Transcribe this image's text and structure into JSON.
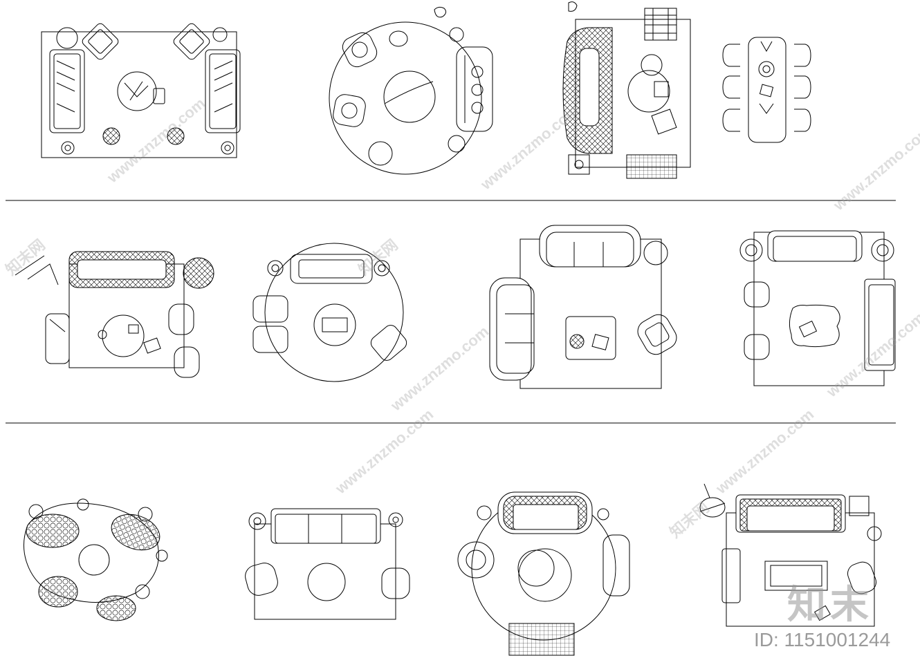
{
  "watermark": {
    "site": "www.znzmo.com",
    "cn": "知末网"
  },
  "brand": {
    "logo": "知末",
    "id_text": "ID: 1151001244"
  },
  "layout_rows": 3,
  "colors": {
    "line": "#000000",
    "watermark": "#a0a0a0"
  }
}
